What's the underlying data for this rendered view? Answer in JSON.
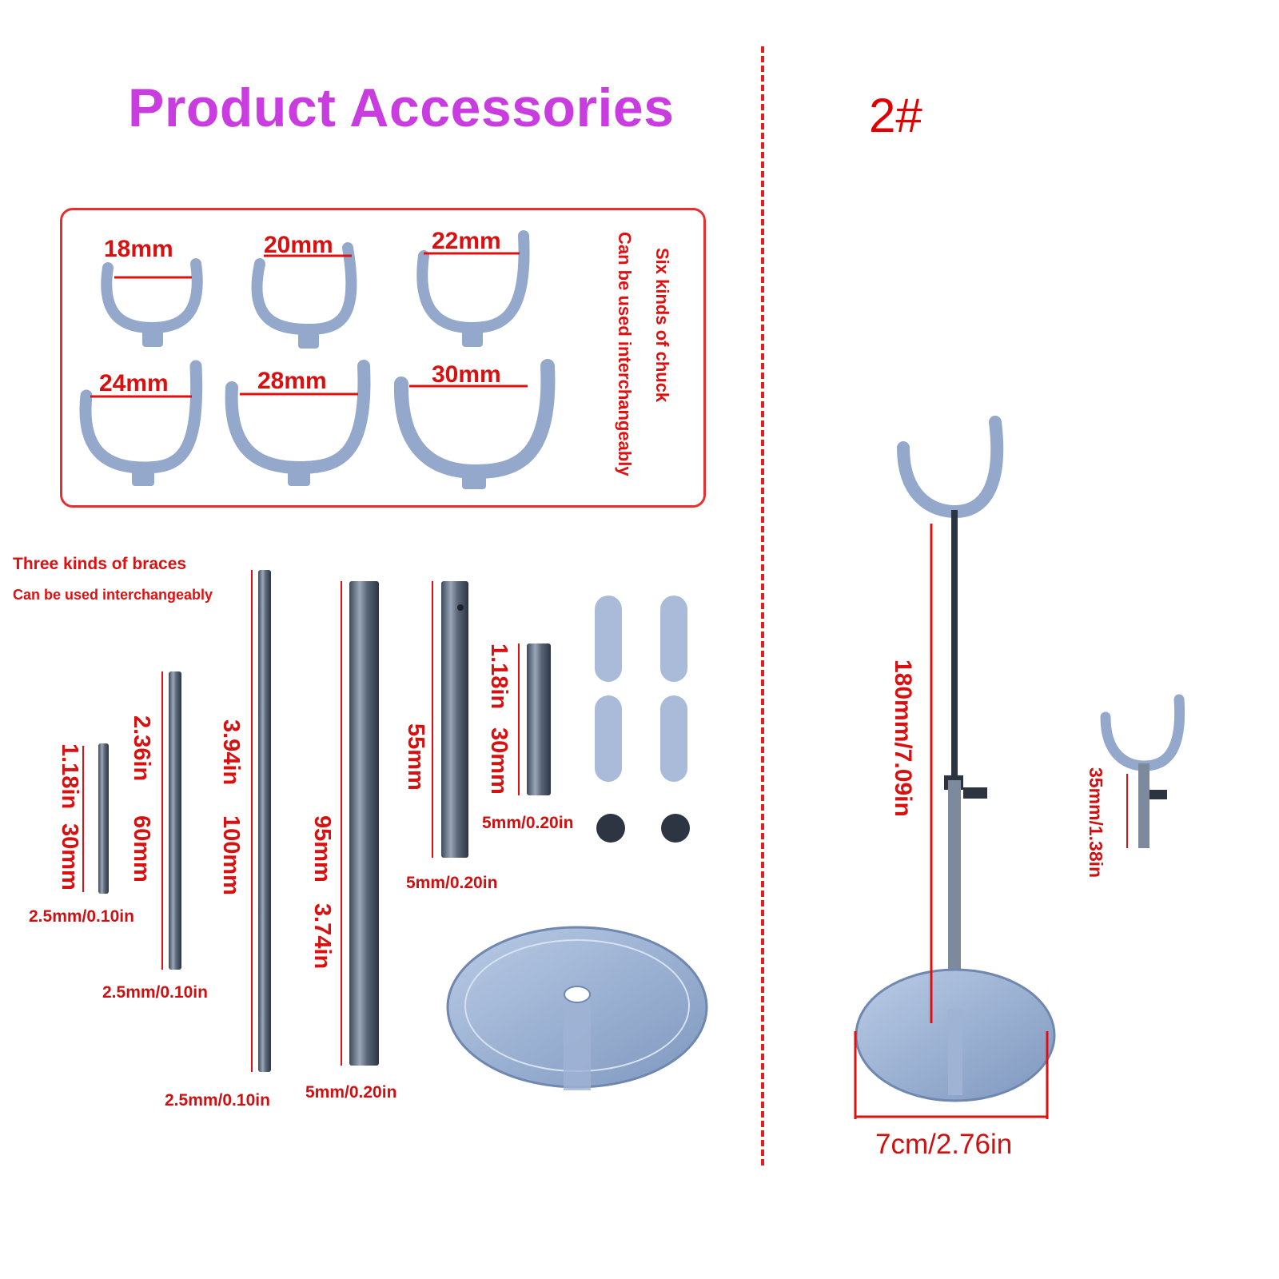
{
  "header": {
    "title": "Product Accessories",
    "model": "2#"
  },
  "chucks": {
    "sizes": [
      "18mm",
      "20mm",
      "22mm",
      "24mm",
      "28mm",
      "30mm"
    ],
    "note_line1": "Six kinds of chuck",
    "note_line2": "Can be used interchangeably"
  },
  "braces": {
    "heading": "Three kinds of braces",
    "subheading": "Can be used interchangeably",
    "rod_30": {
      "inch": "1.18in",
      "mm": "30mm",
      "dia": "2.5mm/0.10in"
    },
    "rod_60": {
      "inch": "2.36in",
      "mm": "60mm",
      "dia": "2.5mm/0.10in"
    },
    "rod_100": {
      "inch": "3.94in",
      "mm": "100mm",
      "dia": "2.5mm/0.10in"
    },
    "rod_95": {
      "mm": "95mm",
      "inch": "3.74in",
      "dia": "5mm/0.20in"
    },
    "rod_55": {
      "mm": "55mm",
      "dia": "5mm/0.20in"
    },
    "rod_short": {
      "inch": "1.18in",
      "mm": "30mm",
      "dia": "5mm/0.20in"
    }
  },
  "stand": {
    "height": "180mm/7.09in",
    "base_width": "7cm/2.76in",
    "small_post": "35mm/1.38in"
  },
  "colors": {
    "title": "#c93de0",
    "accent_red": "#e00000",
    "acrylic": "#8fa8cc"
  }
}
